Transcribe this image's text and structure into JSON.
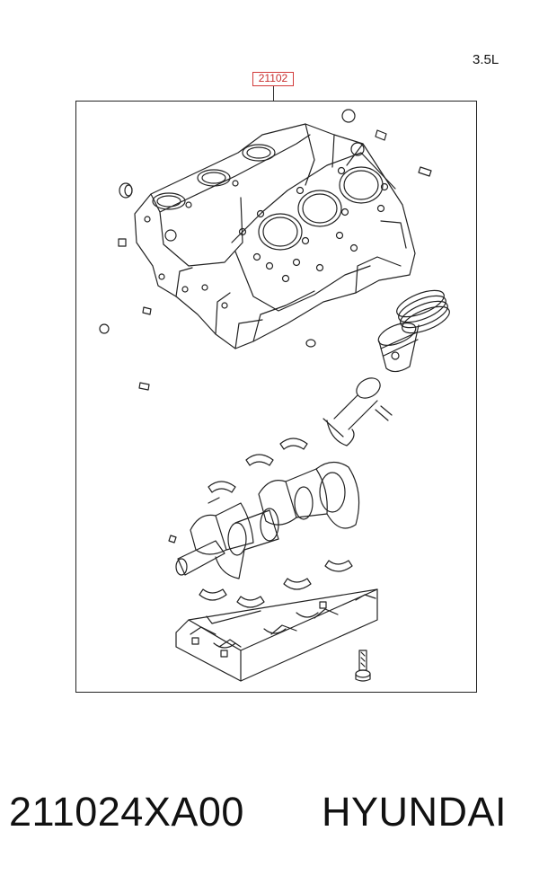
{
  "diagram": {
    "engine_variant": "3.5L",
    "callout_label": "21102"
  },
  "footer": {
    "part_number": "211024XA00",
    "brand": "HYUNDAI"
  },
  "colors": {
    "callout_border": "#d23a3a",
    "line": "#222222"
  }
}
